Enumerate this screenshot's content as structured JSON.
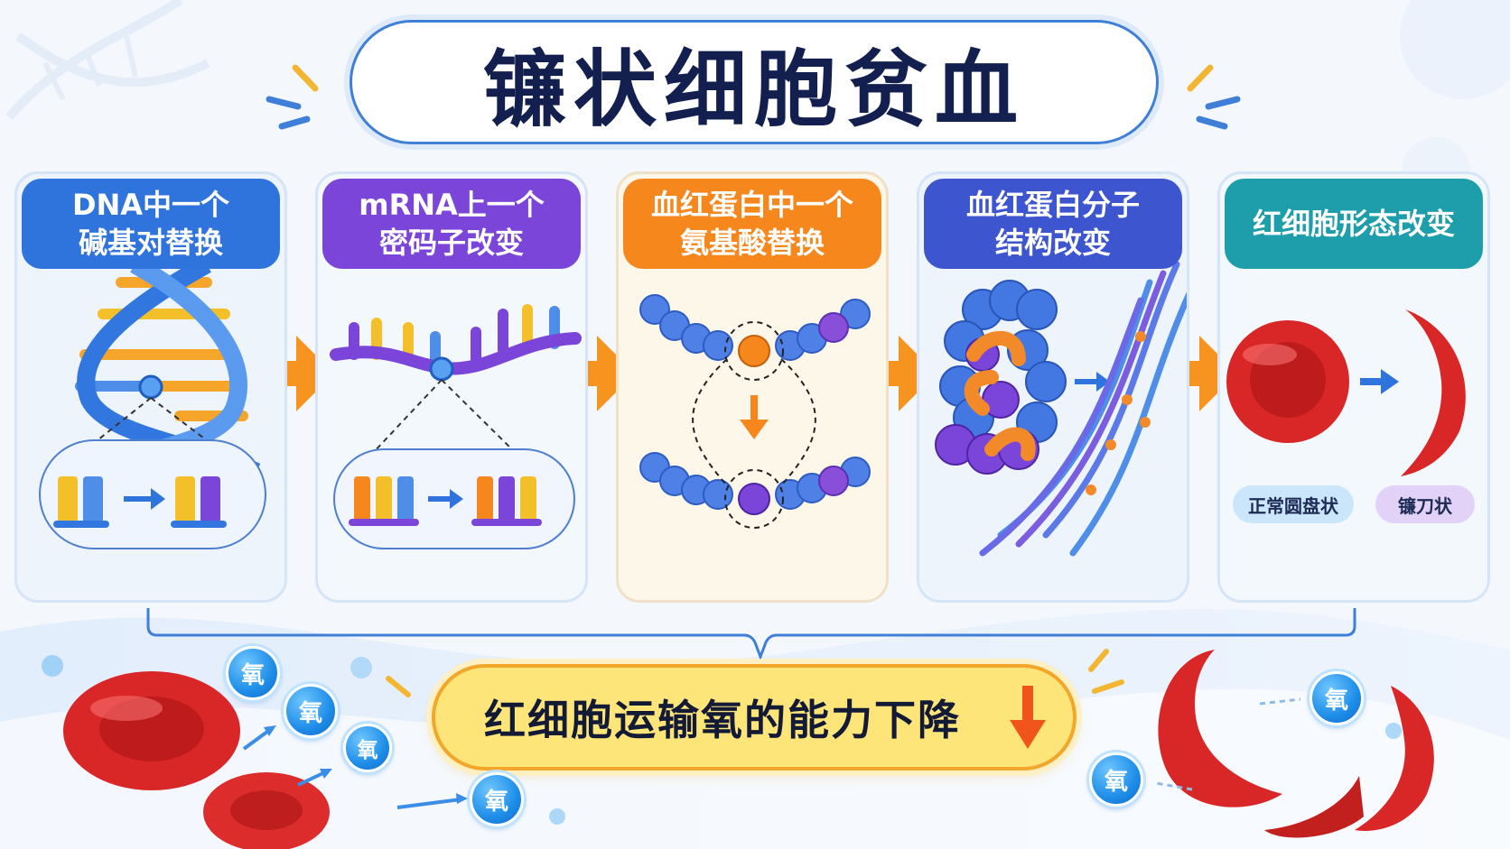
{
  "title": "镰状细胞贫血",
  "steps": [
    {
      "label": "DNA中一个\n碱基对替换",
      "color": "#2f73dc"
    },
    {
      "label": "mRNA上一个\n密码子改变",
      "color": "#7b45d9"
    },
    {
      "label": "血红蛋白中一个\n氨基酸替换",
      "color": "#f5871d"
    },
    {
      "label": "血红蛋白分子\n结构改变",
      "color": "#3d55cf"
    },
    {
      "label": "红细胞形态改变",
      "color": "#1e9dab"
    }
  ],
  "shape_labels": {
    "normal": "正常圆盘状",
    "sickle": "镰刀状"
  },
  "conclusion": "红细胞运输氧的能力下降",
  "oxygen_label": "氧",
  "colors": {
    "accent_blue": "#2f73dc",
    "accent_orange": "#f5871d",
    "cell_red": "#d92727"
  }
}
